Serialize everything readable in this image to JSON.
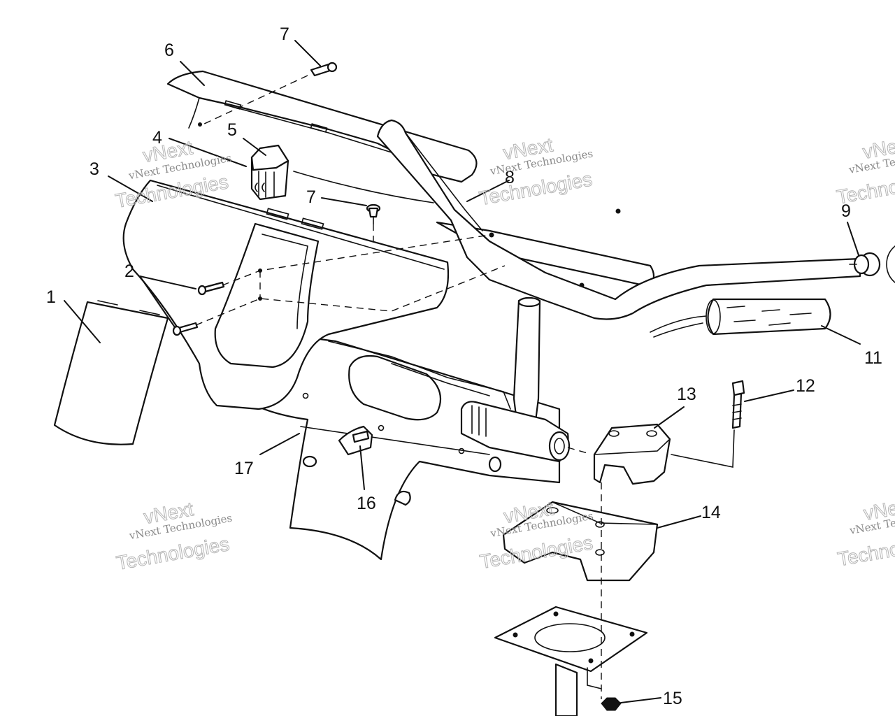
{
  "callouts": [
    "7",
    "6",
    "5",
    "4",
    "3",
    "8",
    "7",
    "9",
    "2",
    "1",
    "11",
    "12",
    "13",
    "17",
    "16",
    "14",
    "15"
  ],
  "watermark": {
    "company_line": "vNext Technologies",
    "brand_top": "vNext",
    "brand_bottom": "Technologies"
  },
  "colors": {
    "line": "#111111",
    "background": "#ffffff",
    "watermark": "#9a9a9a"
  }
}
